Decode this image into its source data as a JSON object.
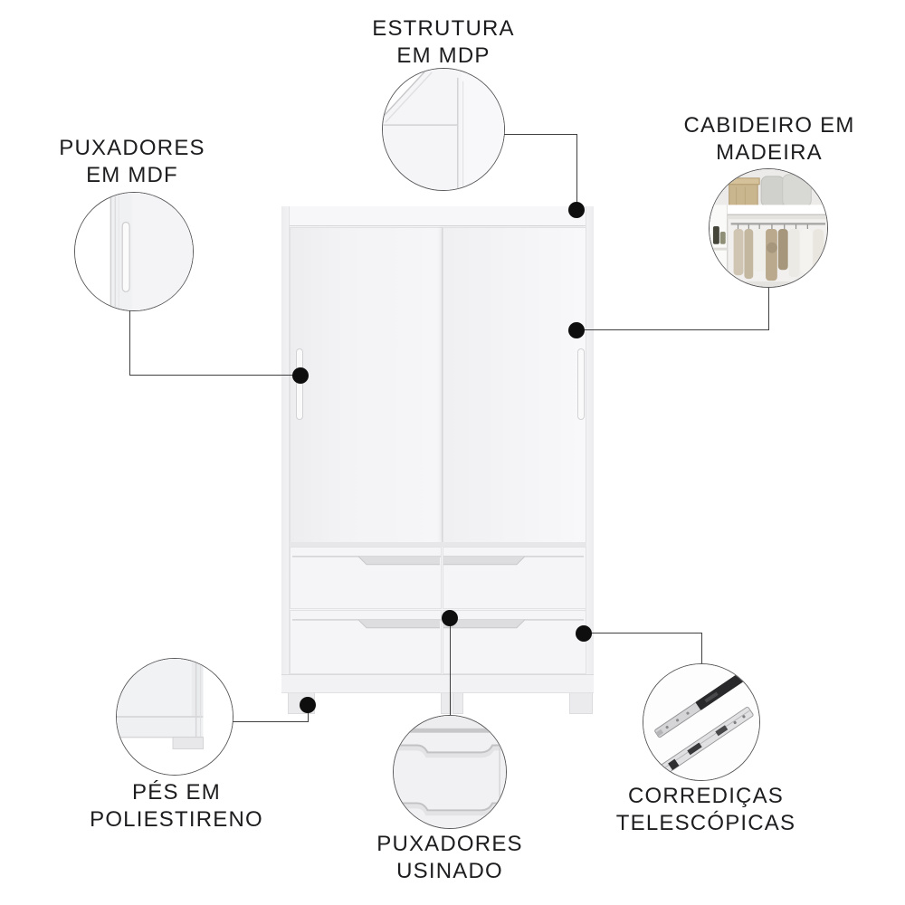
{
  "figure": {
    "type": "product-feature-callout-diagram",
    "product": "white sliding-door wardrobe with four drawers"
  },
  "colors": {
    "background": "#ffffff",
    "text": "#1d1d1f",
    "connector_line": "#3f3f3f",
    "callout_dot": "#0e0e0e",
    "circle_border": "#5a5a5c",
    "furniture_fill": "#f5f5f7",
    "furniture_edge": "#e3e3e5",
    "basket_wood": "#c9b58e"
  },
  "callouts": [
    {
      "id": "estrutura",
      "lines": [
        "ESTRUTURA",
        "EM MDP"
      ],
      "text": "ESTRUTURA EM MDP",
      "icon": "cabinet-top-corner"
    },
    {
      "id": "cabideiro",
      "lines": [
        "CABIDEIRO EM",
        "MADEIRA"
      ],
      "text": "CABIDEIRO EM MADEIRA",
      "icon": "closet-interior-photo"
    },
    {
      "id": "puxadores-mdf",
      "lines": [
        "PUXADORES",
        "EM MDF"
      ],
      "text": "PUXADORES EM MDF",
      "icon": "door-handle-groove"
    },
    {
      "id": "pes",
      "lines": [
        "PÉS EM",
        "POLIESTIRENO"
      ],
      "text": "PÉS EM POLIESTIRENO",
      "icon": "plastic-foot-corner"
    },
    {
      "id": "puxadores-usinado",
      "lines": [
        "PUXADORES",
        "USINADO"
      ],
      "text": "PUXADORES USINADO",
      "icon": "drawer-handle-groove"
    },
    {
      "id": "corredicas",
      "lines": [
        "CORREDIÇAS",
        "TELESCÓPICAS"
      ],
      "text": "CORREDIÇAS TELESCÓPICAS",
      "icon": "telescopic-slides"
    }
  ]
}
